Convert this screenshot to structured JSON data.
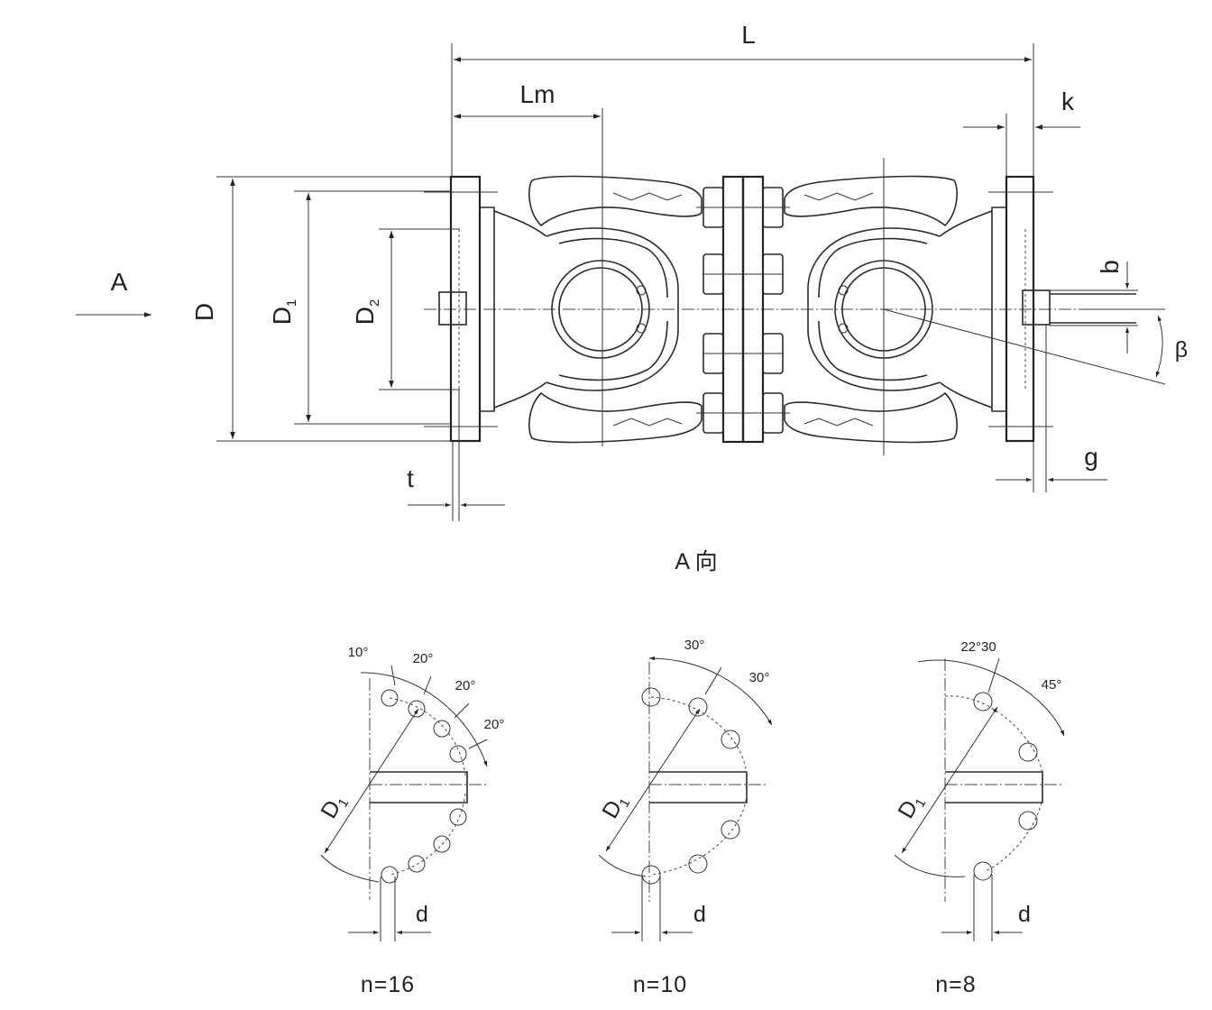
{
  "main_view": {
    "dims": {
      "L": "L",
      "Lm": "Lm",
      "k": "k",
      "b": "b",
      "beta": "β",
      "g": "g",
      "t": "t",
      "D": "D",
      "D1_main": "D",
      "D1_sub": "1",
      "D2_main": "D",
      "D2_sub": "2"
    },
    "view_arrow_label": "A"
  },
  "section_title": "A 向",
  "flange_views": [
    {
      "n_label": "n=16",
      "angles": [
        "10°",
        "20°",
        "20°",
        "20°"
      ],
      "diameter_main": "D",
      "diameter_sub": "1",
      "hole_label": "d"
    },
    {
      "n_label": "n=10",
      "angles": [
        "30°",
        "30°"
      ],
      "diameter_main": "D",
      "diameter_sub": "1",
      "hole_label": "d"
    },
    {
      "n_label": "n=8",
      "angles": [
        "22°30",
        "45°"
      ],
      "diameter_main": "D",
      "diameter_sub": "1",
      "hole_label": "d"
    }
  ],
  "colors": {
    "line": "#222222",
    "background": "#ffffff"
  }
}
